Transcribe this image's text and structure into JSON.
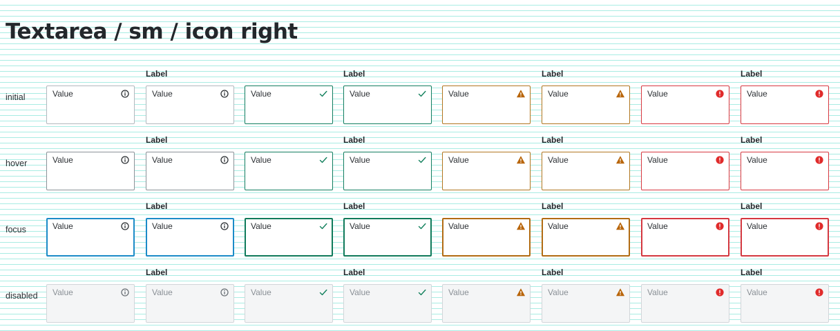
{
  "title": "Textarea / sm / icon right",
  "columns": [
    {
      "variant": "neutral",
      "has_label": false,
      "icon": "info-icon"
    },
    {
      "variant": "neutral",
      "has_label": true,
      "icon": "info-icon"
    },
    {
      "variant": "success",
      "has_label": false,
      "icon": "checkmark-icon"
    },
    {
      "variant": "success",
      "has_label": true,
      "icon": "checkmark-icon"
    },
    {
      "variant": "warning",
      "has_label": false,
      "icon": "warning-triangle-icon"
    },
    {
      "variant": "warning",
      "has_label": true,
      "icon": "warning-triangle-icon"
    },
    {
      "variant": "danger",
      "has_label": false,
      "icon": "error-circle-icon"
    },
    {
      "variant": "danger",
      "has_label": true,
      "icon": "error-circle-icon"
    }
  ],
  "field_label": "Label",
  "field_value": "Value",
  "states": [
    {
      "id": "initial",
      "label": "initial"
    },
    {
      "id": "hover",
      "label": "hover"
    },
    {
      "id": "focus",
      "label": "focus"
    },
    {
      "id": "disabled",
      "label": "disabled"
    }
  ],
  "colors": {
    "neutral_icon": "#2b2f33",
    "success_icon": "#12805c",
    "warning_icon": "#b8650a",
    "danger_icon": "#e02b2b",
    "disabled_neutral_icon": "#6b7177",
    "focus_border": "#1b8bc8",
    "grid_line": "#a8ece3"
  }
}
